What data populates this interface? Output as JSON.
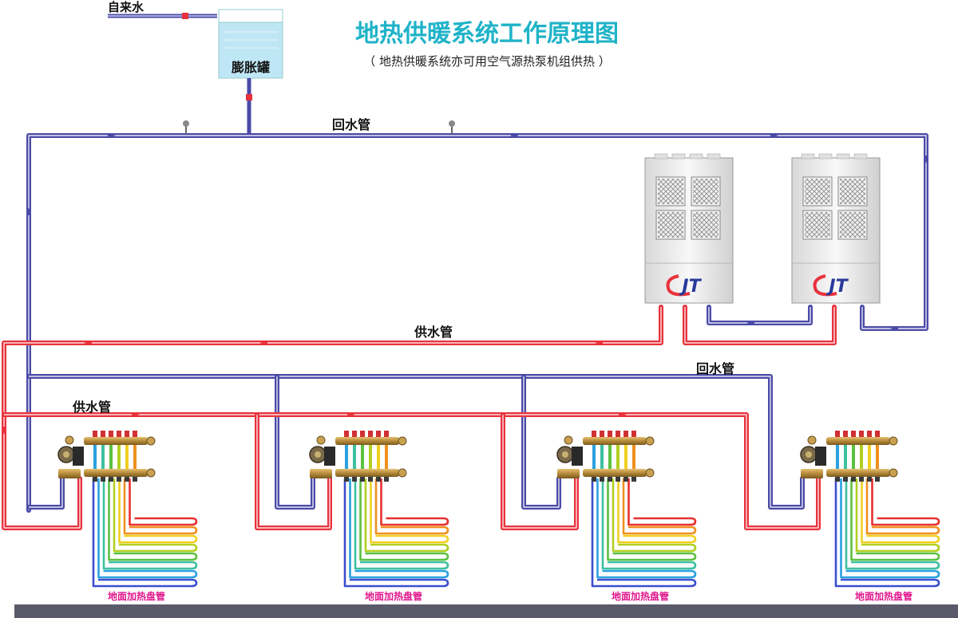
{
  "title": "地热供暖系统工作原理图",
  "subtitle": "（ 地热供暖系统亦可用空气源热泵机组供热 ）",
  "labels": {
    "tap_water": "自来水",
    "expansion_tank": "膨胀罐",
    "return_pipe_top": "回水管",
    "supply_pipe_mid": "供水管",
    "return_pipe_low": "回水管",
    "supply_pipe_low": "供水管"
  },
  "zones": [
    {
      "label": "地面加热盘管"
    },
    {
      "label": "地面加热盘管"
    },
    {
      "label": "地面加热盘管"
    },
    {
      "label": "地面加热盘管"
    }
  ],
  "heat_pump_logo": "JT",
  "colors": {
    "title": "#1fb3c8",
    "supply_pipe": "#e8323c",
    "return_pipe": "#4a4aa8",
    "floor_label": "#e0168c",
    "ground": "#5a5a6a",
    "tank_water": "#bfe6f5"
  },
  "loop_colors": [
    "#3a4fd0",
    "#2aa0e0",
    "#3cc0a0",
    "#5cc040",
    "#b0d020",
    "#f0d020",
    "#f09020",
    "#e83030"
  ]
}
